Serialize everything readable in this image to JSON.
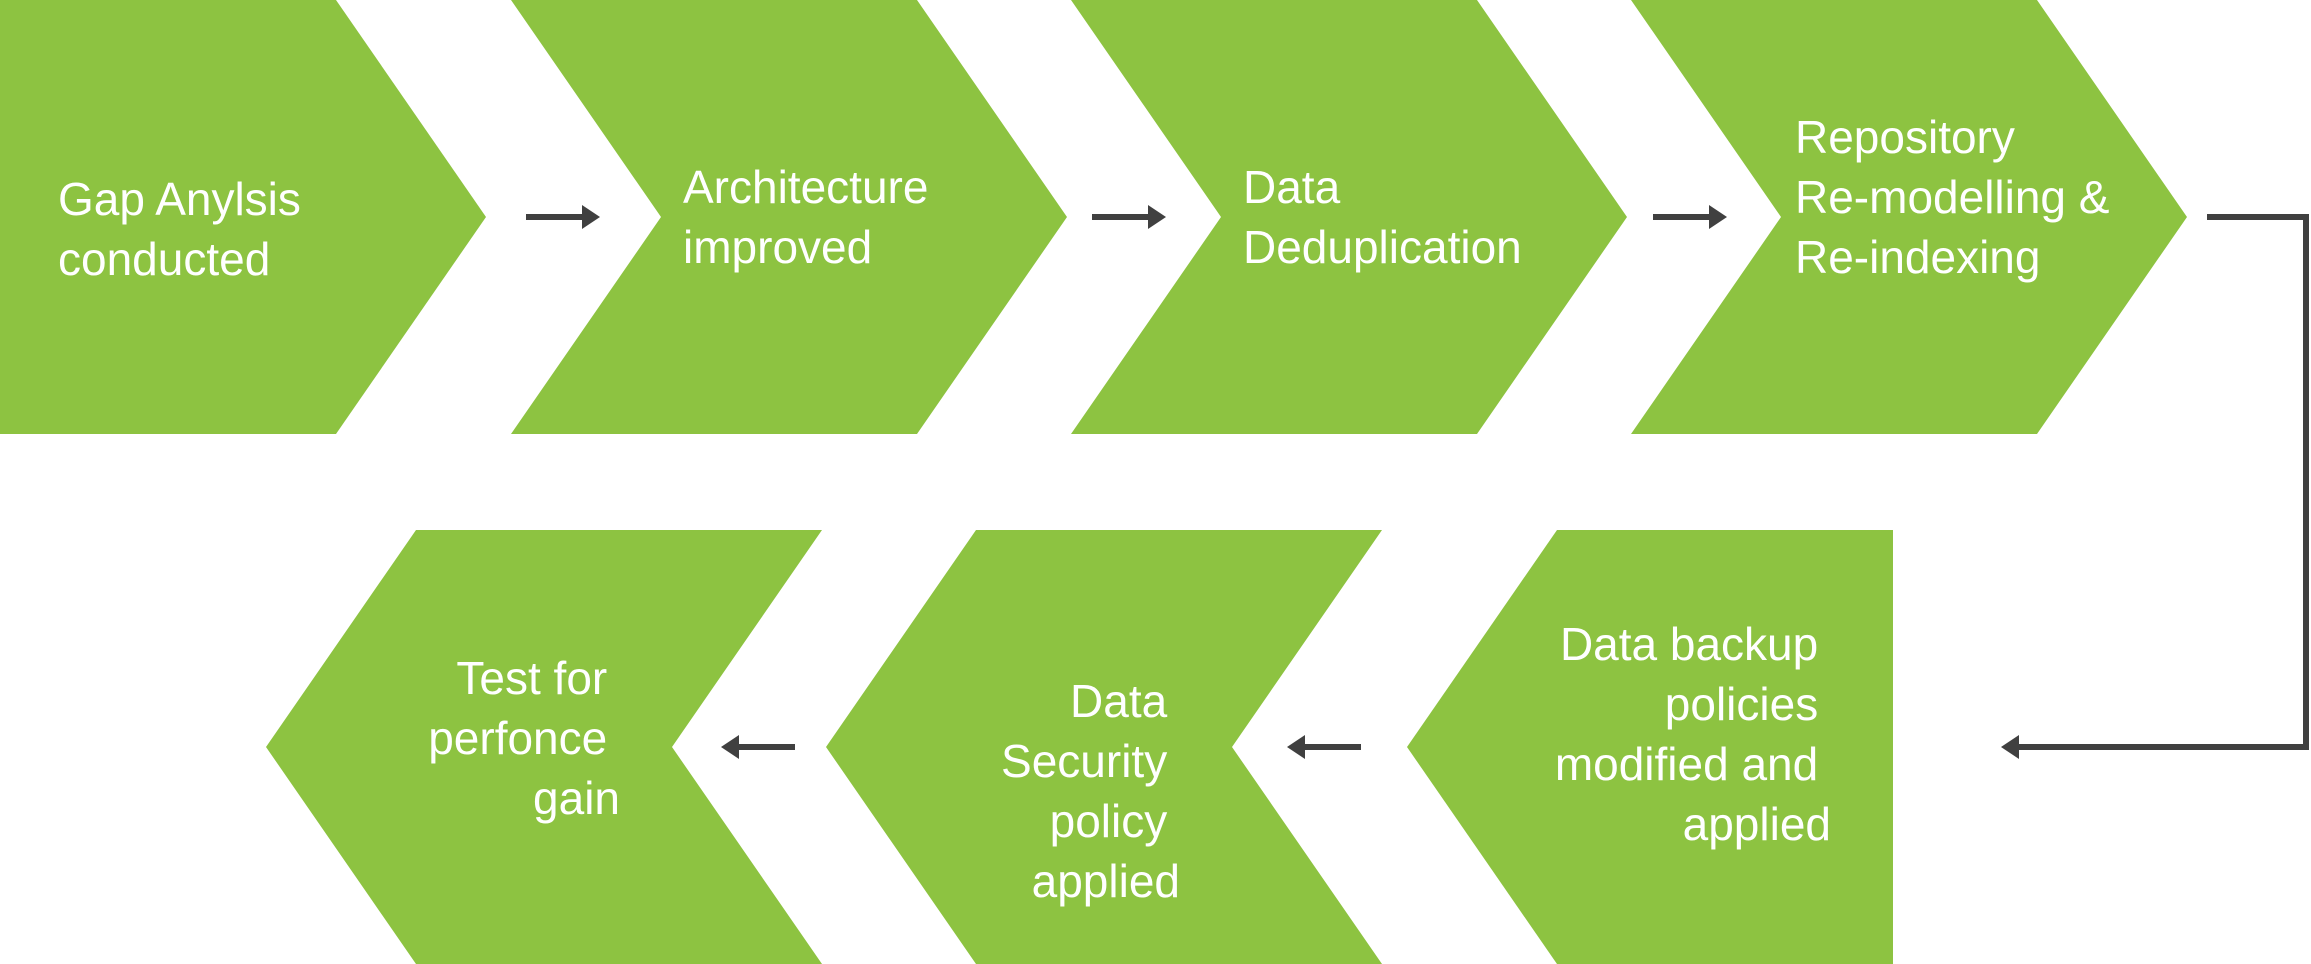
{
  "colors": {
    "step_fill": "#8dc341",
    "step_text": "#ffffff",
    "connector": "#404040"
  },
  "steps": [
    {
      "lines": [
        "Gap Anylsis",
        "conducted"
      ]
    },
    {
      "lines": [
        "Architecture",
        "improved"
      ]
    },
    {
      "lines": [
        "Data",
        "Deduplication"
      ]
    },
    {
      "lines": [
        "Repository",
        "Re-modelling &",
        "Re-indexing"
      ]
    },
    {
      "lines": [
        "Data backup",
        "policies",
        "modified and",
        "applied"
      ]
    },
    {
      "lines": [
        "Data ",
        "Security",
        "policy",
        "applied"
      ]
    },
    {
      "lines": [
        "Test for",
        "perfonce",
        "gain"
      ]
    }
  ]
}
